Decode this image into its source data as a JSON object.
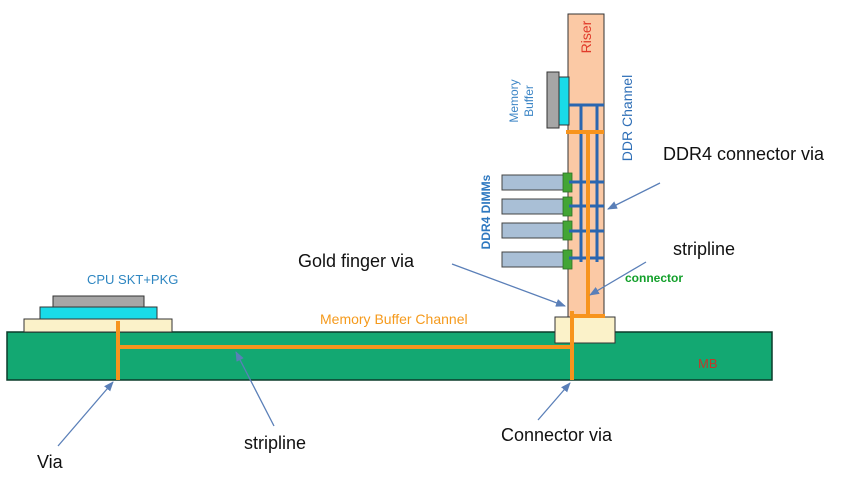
{
  "labels": {
    "cpu": "CPU SKT+PKG",
    "riser": "Riser",
    "ddr_channel": "DDR Channel",
    "memory_buffer_line1": "Memory",
    "memory_buffer_line2": "Buffer",
    "ddr4_dimms": "DDR4 DIMMs",
    "ddr4_connector_via": "DDR4 connector via",
    "stripline_right": "stripline",
    "connector": "connector",
    "gold_finger_via": "Gold finger via",
    "memory_buffer_channel": "Memory Buffer Channel",
    "mb": "MB",
    "via": "Via",
    "stripline_bottom": "stripline",
    "connector_via": "Connector via"
  },
  "colors": {
    "board": "#13a872",
    "board_edge": "#0b3b2a",
    "trace": "#f7941d",
    "riser": "#fbc9a5",
    "ddr_bus": "#2a66b0",
    "cyan": "#19dbe8",
    "gray": "#a6a6a6",
    "cream": "#fbf2c9",
    "dimm": "#a9bfd6",
    "dimm_contact": "#43a535",
    "arrow": "#5a7fb8"
  }
}
